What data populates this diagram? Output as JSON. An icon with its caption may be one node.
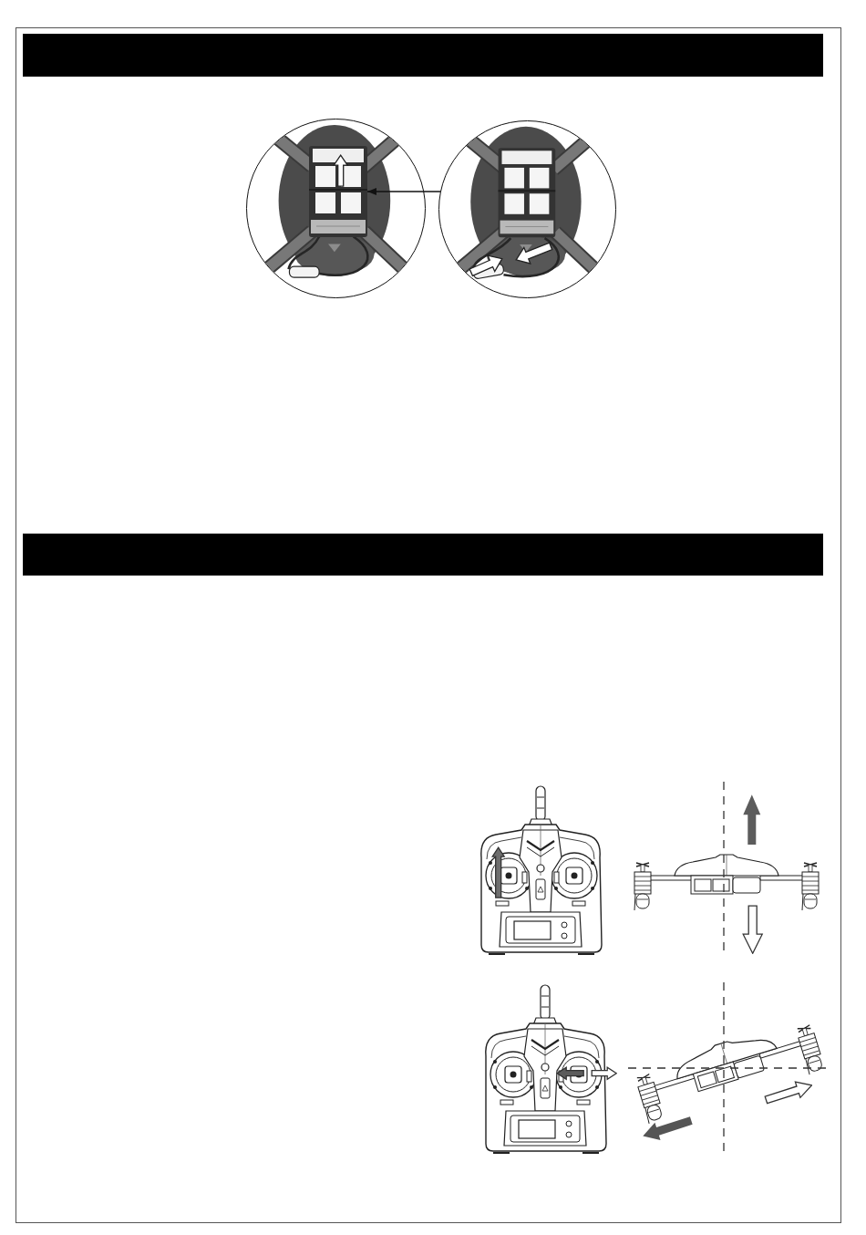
{
  "diagram": {
    "nodes": [
      {
        "text": [],
        "shape": "circle"
      },
      {
        "text": [],
        "shape": "picture",
        "in": 0
      },
      {
        "text": [],
        "shape": "circle"
      }
    ],
    "edges": [
      {
        "from": 2,
        "to": 1,
        "arrow": "to"
      }
    ]
  }
}
